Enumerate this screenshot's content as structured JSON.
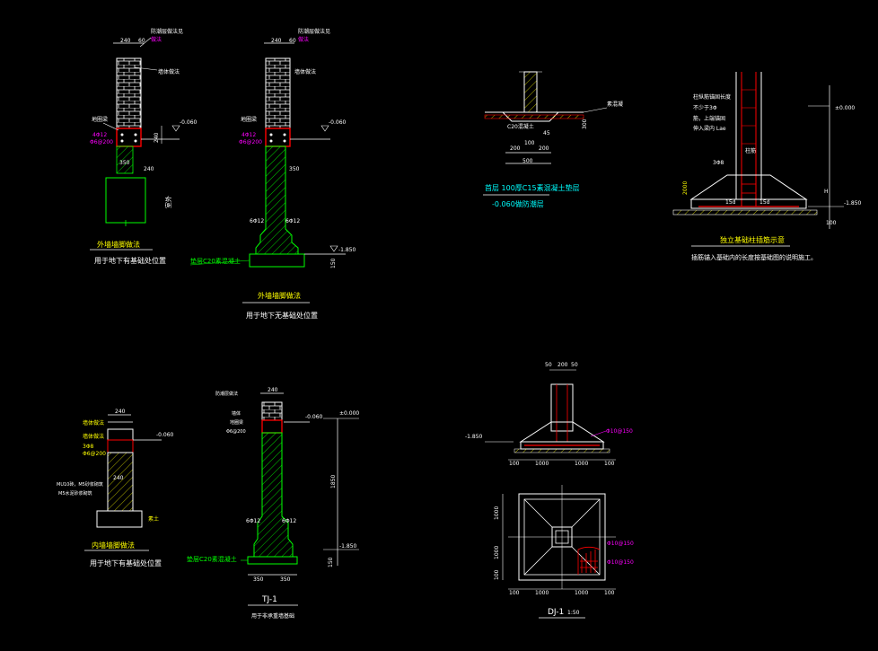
{
  "colors": {
    "background": "#000000",
    "white": "#ffffff",
    "green": "#00ff00",
    "yellow": "#ffff00",
    "cyan": "#00ffff",
    "red": "#ff0000",
    "magenta": "#ff00ff"
  },
  "detail1": {
    "dim_top": "240",
    "dim_top_small": "60",
    "note_top": "防潮层做法见",
    "note_pink": "做法",
    "callout_wall": "墙体做法",
    "callout_ring": "地圈梁",
    "rebar_1": "4Φ12",
    "rebar_2": "Φ6@200",
    "level": "-0.060",
    "dim_side": "240",
    "dim_base": "350",
    "dim_base2": "240",
    "label_room": "室外",
    "title": "外墙墙脚做法",
    "subtitle": "用于地下有基础处位置"
  },
  "detail2": {
    "dim_top": "240",
    "dim_top_small": "60",
    "note_top": "防潮层做法见",
    "note_pink": "做法",
    "callout_wall": "墙体做法",
    "callout_ring": "地圈梁",
    "rebar_1": "4Φ12",
    "rebar_2": "Φ6@200",
    "level": "-0.060",
    "dim_side": "240",
    "dim_base": "350",
    "rebar_l": "6Φ12",
    "rebar_r": "6Φ12",
    "concrete_label": "垫层C20素混凝土",
    "level_bottom": "-1.850",
    "dim_h": "150",
    "title": "外墙墙脚做法",
    "subtitle": "用于地下无基础处位置"
  },
  "detail3": {
    "concrete_label": "C20混凝土",
    "dim_r": "300",
    "callout": "素混凝",
    "dim_a": "200",
    "dim_b": "100",
    "dim_c": "200",
    "dim_total": "500",
    "dim_angle": "45",
    "note_1": "首层 100厚C15素混凝土垫层",
    "note_2": "-0.060做防潮层"
  },
  "detail4": {
    "note_a": "柱纵筋锚固长度",
    "note_b": "不少于3Φ",
    "note_c": "筋，上端锚固",
    "note_d": "伸入梁内 Lae",
    "label_bar": "柱筋",
    "label_3": "3Φ8",
    "dim_15d_l": "15d",
    "dim_15d_r": "15d",
    "level_top": "±0.000",
    "level_bottom": "-1.850",
    "dim_h": "H",
    "dim_side_1": "2000",
    "dim_bottom": "100",
    "title": "独立基础柱插筋示意",
    "subtitle": "插筋锚入基础内的长度按基础图的说明施工。"
  },
  "detail5": {
    "dim_top": "240",
    "callout_1": "墙体做法",
    "callout_2": "墙体做法",
    "callout_3": "3Φ8",
    "callout_4": "Φ6@200",
    "level": "-0.060",
    "dim_mid": "240",
    "note_l1": "MU10砖，M5砂浆砌筑",
    "note_l2": "M5水泥砂浆砌筑",
    "label_r": "素土",
    "title": "内墙墙脚做法",
    "subtitle": "用于地下有基础处位置"
  },
  "detail6": {
    "dim_top": "240",
    "callout_1": "防潮层做法",
    "callout_2": "墙体",
    "callout_3": "地圈梁",
    "callout_4": "Φ6@200",
    "level_r": "-0.060",
    "level_top": "±0.000",
    "rebar_l": "6Φ12",
    "rebar_r": "6Φ12",
    "concrete_label": "垫层C20素混凝土",
    "dim_height": "1850",
    "level_bottom": "-1.850",
    "dim_h": "150",
    "dim_l": "350",
    "dim_r": "350",
    "title": "TJ-1",
    "subtitle": "用于非承重墙基础"
  },
  "detail7": {
    "dim_a": "50",
    "dim_b": "200",
    "dim_c": "50",
    "level": "-1.850",
    "rebar_label": "Φ10@150",
    "dim_s1": "100",
    "dim_s2": "1000",
    "dim_s3": "1000",
    "dim_s4": "100",
    "dim_v1": "1000",
    "dim_v2": "1000",
    "dim_v3": "100",
    "rebar_1": "Φ10@150",
    "rebar_2": "Φ10@150",
    "dim_p1": "100",
    "dim_p2": "1000",
    "dim_p3": "1000",
    "dim_p4": "100",
    "title": "DJ-1",
    "title_small": "1:50"
  }
}
